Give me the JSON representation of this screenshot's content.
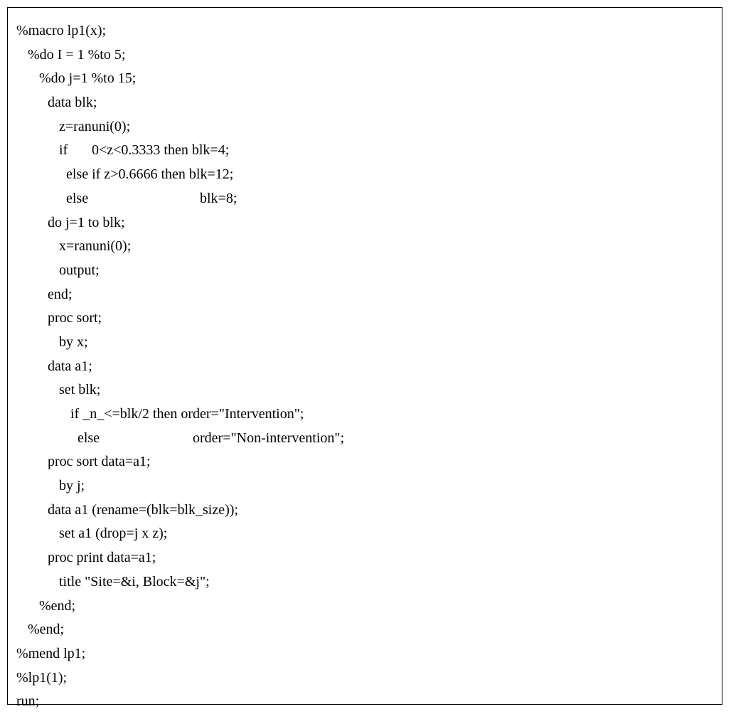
{
  "document": {
    "lines": [
      {
        "segments": [
          "%macro lp1(x);"
        ]
      },
      {
        "segments": [
          "%do I = 1 %to 5;"
        ]
      },
      {
        "segments": [
          "%do j=1 %to 15;"
        ]
      },
      {
        "segments": [
          "data blk;"
        ]
      },
      {
        "segments": [
          "z=ranuni(0);"
        ]
      },
      {
        "segments": [
          "if",
          "0<z<0.3333 then blk=4;"
        ]
      },
      {
        "segments": [
          "else if z>0.6666 then blk=12;"
        ]
      },
      {
        "segments": [
          "else",
          "blk=8;"
        ]
      },
      {
        "segments": [
          "do j=1 to blk;"
        ]
      },
      {
        "segments": [
          "x=ranuni(0);"
        ]
      },
      {
        "segments": [
          "output;"
        ]
      },
      {
        "segments": [
          "end;"
        ]
      },
      {
        "segments": [
          "proc sort;"
        ]
      },
      {
        "segments": [
          "by x;"
        ]
      },
      {
        "segments": [
          "data a1;"
        ]
      },
      {
        "segments": [
          "set blk;"
        ]
      },
      {
        "segments": [
          "if _n_<=blk/2 then order=\"Intervention\";"
        ]
      },
      {
        "segments": [
          "else",
          "order=\"Non-intervention\";"
        ]
      },
      {
        "segments": [
          "proc sort data=a1;"
        ]
      },
      {
        "segments": [
          "by j;"
        ]
      },
      {
        "segments": [
          "data a1 (rename=(blk=blk_size));"
        ]
      },
      {
        "segments": [
          "set a1 (drop=j x z);"
        ]
      },
      {
        "segments": [
          "proc print data=a1;"
        ]
      },
      {
        "segments": [
          "title \"Site=&i, Block=&j\";"
        ]
      },
      {
        "segments": [
          "%end;"
        ]
      },
      {
        "segments": [
          "%end;"
        ]
      },
      {
        "segments": [
          "%mend lp1;"
        ]
      },
      {
        "segments": [
          "%lp1(1);"
        ]
      },
      {
        "segments": [
          "run;"
        ]
      }
    ]
  }
}
